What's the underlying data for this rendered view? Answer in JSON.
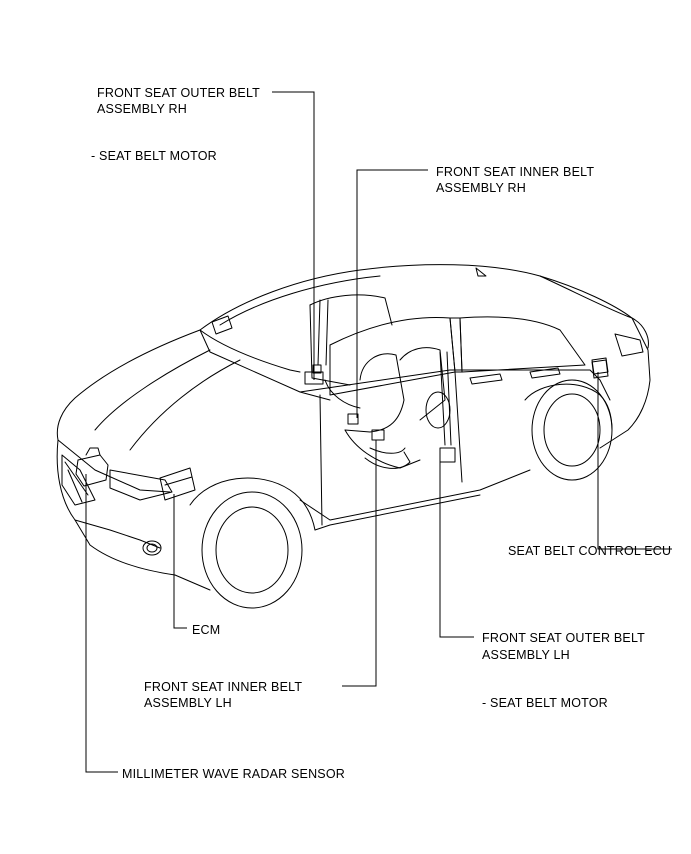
{
  "labels": {
    "outer_rh_line1": "FRONT SEAT OUTER BELT",
    "outer_rh_line2": "ASSEMBLY  RH",
    "outer_rh_sub": "- SEAT BELT MOTOR",
    "inner_rh_line1": "FRONT SEAT INNER BELT",
    "inner_rh_line2": "ASSEMBLY  RH",
    "control_ecu": "SEAT BELT CONTROL ECU",
    "outer_lh_line1": "FRONT SEAT OUTER BELT",
    "outer_lh_line2": "ASSEMBLY  LH",
    "outer_lh_sub": "- SEAT BELT MOTOR",
    "ecm": "ECM",
    "inner_lh_line1": "FRONT SEAT INNER BELT",
    "inner_lh_line2": "ASSEMBLY  LH",
    "radar": "MILLIMETER WAVE RADAR SENSOR"
  },
  "colors": {
    "line": "#000000",
    "background": "#ffffff"
  }
}
